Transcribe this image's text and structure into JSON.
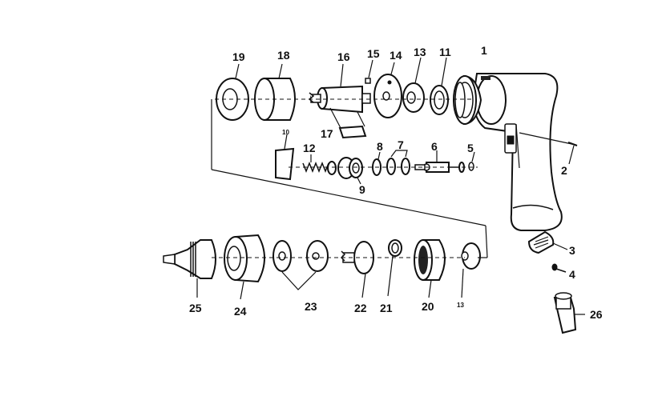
{
  "labels": {
    "p1": "1",
    "p2": "2",
    "p3": "3",
    "p4": "4",
    "p5": "5",
    "p6": "6",
    "p7": "7",
    "p8": "8",
    "p9": "9",
    "p10": "10",
    "p11": "11",
    "p12": "12",
    "p13": "13",
    "p13b": "13",
    "p14": "14",
    "p15": "15",
    "p16": "16",
    "p17": "17",
    "p18": "18",
    "p19": "19",
    "p20": "20",
    "p21": "21",
    "p22": "22",
    "p23": "23",
    "p24": "24",
    "p25": "25",
    "p26": "26"
  }
}
